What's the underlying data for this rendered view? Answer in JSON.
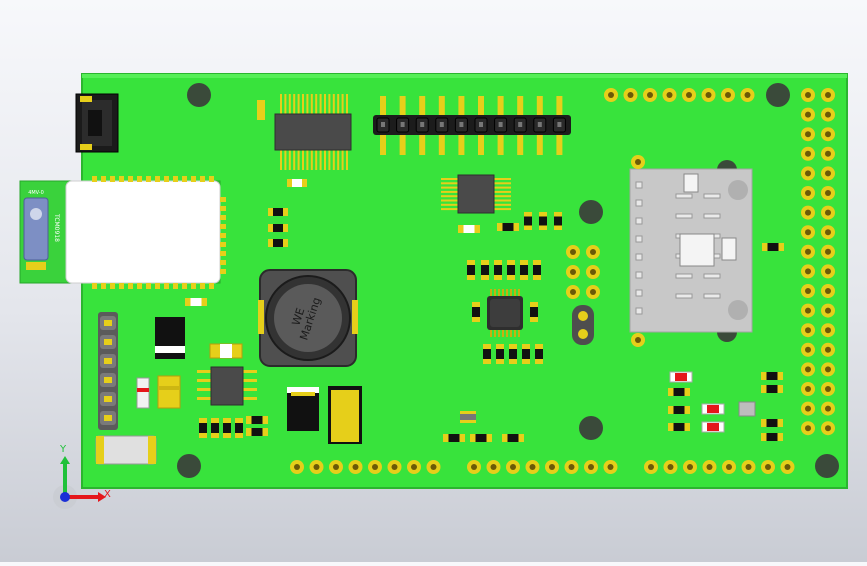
{
  "viewport": {
    "background_top": "#f7f8fb",
    "background_bottom": "#c9ccd4"
  },
  "board": {
    "color": "#38e33c",
    "edge_color": "#2bb52f",
    "pad_color": "#e6cf1a",
    "hole_color": "#3a4a3a"
  },
  "components": {
    "inductor_marking": "WE\nMarking",
    "module_marking": "TCM0918",
    "module_small_label": "4MV-0"
  },
  "triad": {
    "x_label": "X",
    "y_label": "Y",
    "x_color": "#e5161b",
    "y_color": "#1fc13a",
    "z_color": "#1b2fd6"
  }
}
